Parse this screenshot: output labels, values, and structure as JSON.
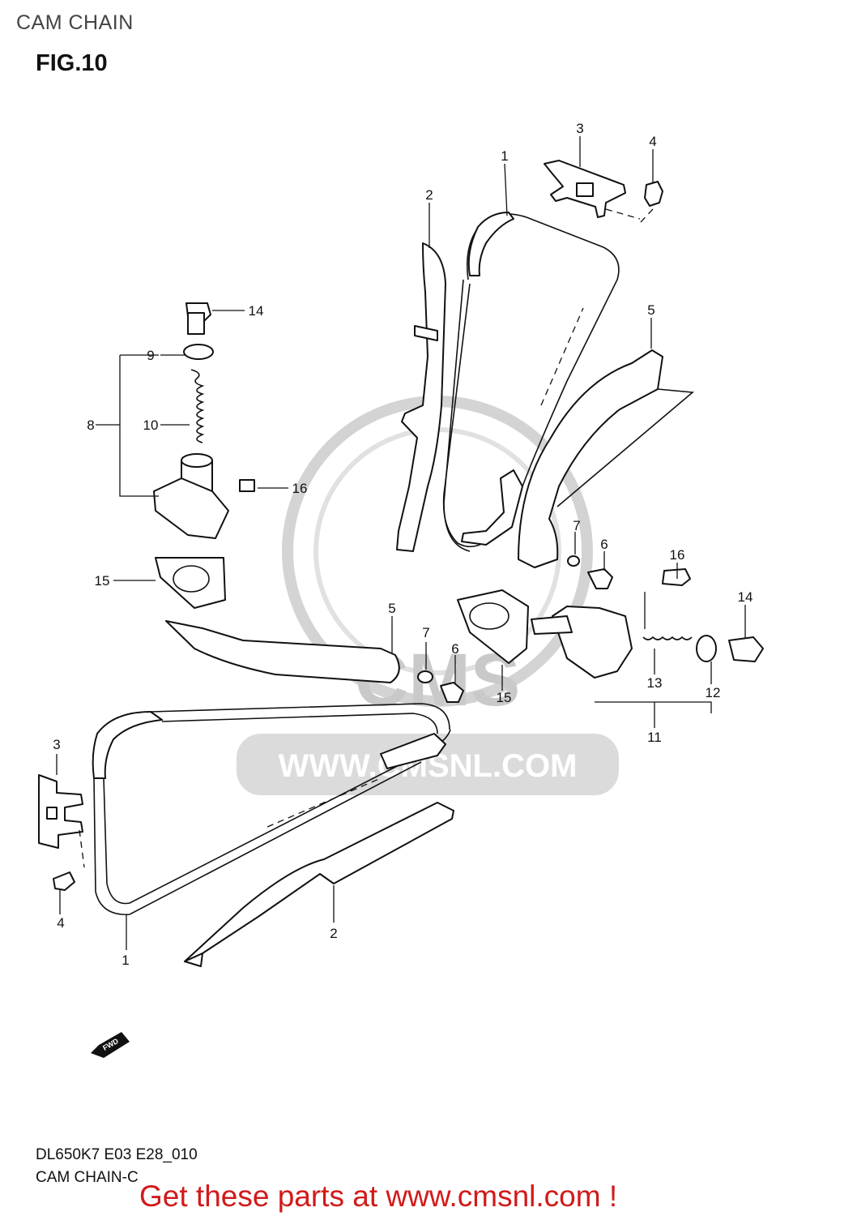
{
  "header": {
    "title": "CAM CHAIN",
    "figure": "FIG.10"
  },
  "watermark": {
    "brand": "CMS",
    "url": "WWW.CMSNL.COM",
    "color": "#c4c4c4"
  },
  "callouts": {
    "c1_top": "1",
    "c2_top": "2",
    "c3_top": "3",
    "c4_top": "4",
    "c5_right": "5",
    "c14_left": "14",
    "c9": "9",
    "c8": "8",
    "c10": "10",
    "c16_left": "16",
    "c15_left": "15",
    "c5_mid": "5",
    "c7_mid": "7",
    "c6_mid": "6",
    "c15_mid": "15",
    "c7_right": "7",
    "c6_right": "6",
    "c16_right": "16",
    "c14_right": "14",
    "c13": "13",
    "c12": "12",
    "c11": "11",
    "c3_left": "3",
    "c4_left": "4",
    "c1_bottom": "1",
    "c2_bottom": "2"
  },
  "fwd_label": "FWD",
  "footer": {
    "code": "DL650K7 E03 E28_010",
    "name": "CAM CHAIN-C",
    "cta": "Get these parts at www.cmsnl.com !",
    "cta_color": "#d11a1a"
  }
}
